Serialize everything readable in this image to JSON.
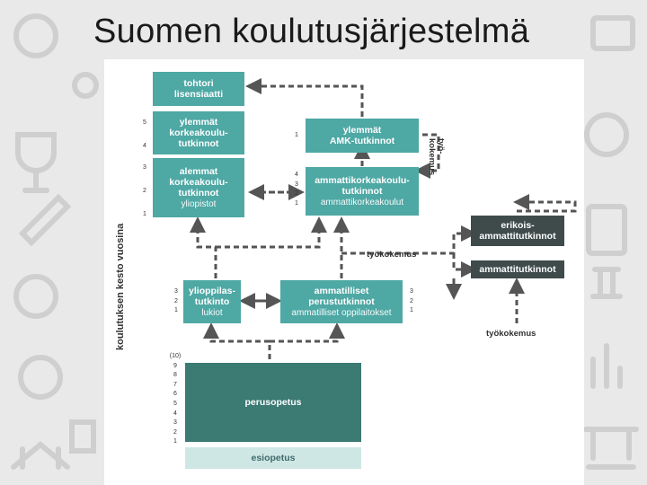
{
  "slide": {
    "title": "Suomen koulutusjärjestelmä"
  },
  "axis": {
    "label": "koulutuksen kesto vuosina"
  },
  "boxes": {
    "tohtori": {
      "title": "tohtori\nlisensiaatti"
    },
    "ylemmat_korkea": {
      "title": "ylemmät\nkorkeakoulu-\ntutkinnot"
    },
    "alemmat_korkea": {
      "title": "alemmat\nkorkeakoulu-\ntutkinnot",
      "sub": "yliopistot"
    },
    "ylemmat_amk": {
      "title": "ylemmät\nAMK-tutkinnot"
    },
    "amk": {
      "title": "ammattikorkeakoulu-\ntutkinnot",
      "sub": "ammattikorkeakoulut"
    },
    "erikois": {
      "title": "erikois-\nammattitutkinnot"
    },
    "ammattitutkinnot": {
      "title": "ammattitutkinnot"
    },
    "ylioppilas": {
      "title": "ylioppilas-\ntutkinto",
      "sub": "lukiot"
    },
    "ammatilliset": {
      "title": "ammatilliset\nperustutkinnot",
      "sub": "ammatilliset oppilaitokset"
    },
    "perusopetus": {
      "title": "perusopetus"
    },
    "esiopetus": {
      "title": "esiopetus"
    }
  },
  "labels": {
    "tyokokemus_vert": "työ-\nkokemus",
    "tyokokemus_mid": "työkokemus",
    "tyokokemus_low": "työkokemus"
  },
  "years": {
    "uni_upper": [
      "5",
      "4"
    ],
    "uni_lower": [
      "3",
      "2",
      "1"
    ],
    "amk_upper": [
      "1"
    ],
    "amk_lower": [
      "4",
      "3",
      "2",
      "1"
    ],
    "lukio": [
      "3",
      "2",
      "1"
    ],
    "ammatillinen": [
      "3",
      "2",
      "1"
    ],
    "perus": [
      "(10)",
      "9",
      "8",
      "7",
      "6",
      "5",
      "4",
      "3",
      "2",
      "1"
    ]
  },
  "colors": {
    "teal": "#4ea8a4",
    "dark_teal": "#3c7a74",
    "dark_gray": "#3f4b4b",
    "light_teal": "#cfe7e4",
    "arrow": "#555555"
  }
}
